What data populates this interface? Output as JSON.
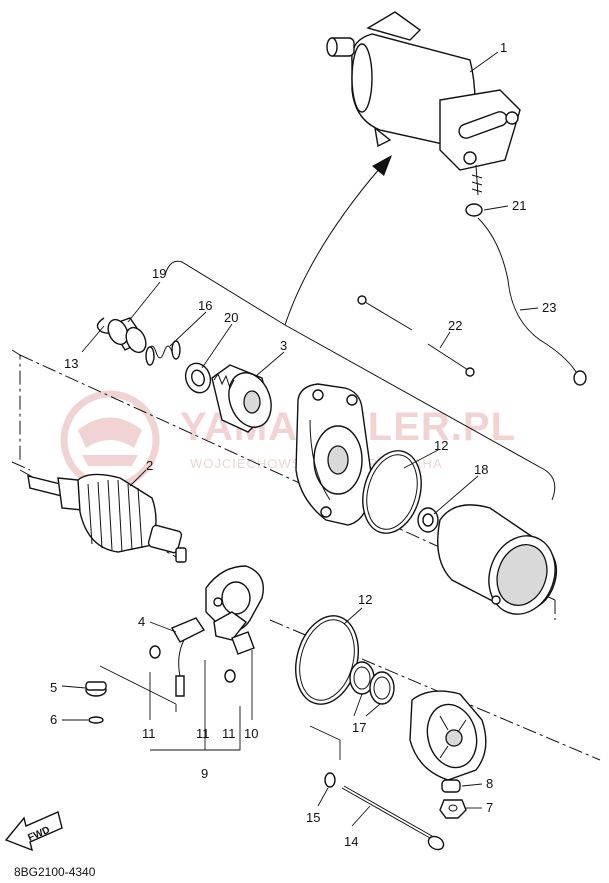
{
  "diagram_code": "8BG2100-4340",
  "fwd_label": "FWD",
  "watermark": {
    "title": "YAMAPIKLER.PL",
    "subtitle": "WOJCIECHOWSKI DEALER YAMAHA"
  },
  "callouts": {
    "c1": "1",
    "c2": "2",
    "c3": "3",
    "c4": "4",
    "c5": "5",
    "c6": "6",
    "c7": "7",
    "c8": "8",
    "c9": "9",
    "c10": "10",
    "c11a": "11",
    "c11b": "11",
    "c11c": "11",
    "c12a": "12",
    "c12b": "12",
    "c13": "13",
    "c14": "14",
    "c15": "15",
    "c16": "16",
    "c17": "17",
    "c18": "18",
    "c19": "19",
    "c20": "20",
    "c21": "21",
    "c22": "22",
    "c23": "23"
  },
  "colors": {
    "line": "#111111",
    "watermark": "#f1d3d3",
    "background": "#ffffff"
  }
}
